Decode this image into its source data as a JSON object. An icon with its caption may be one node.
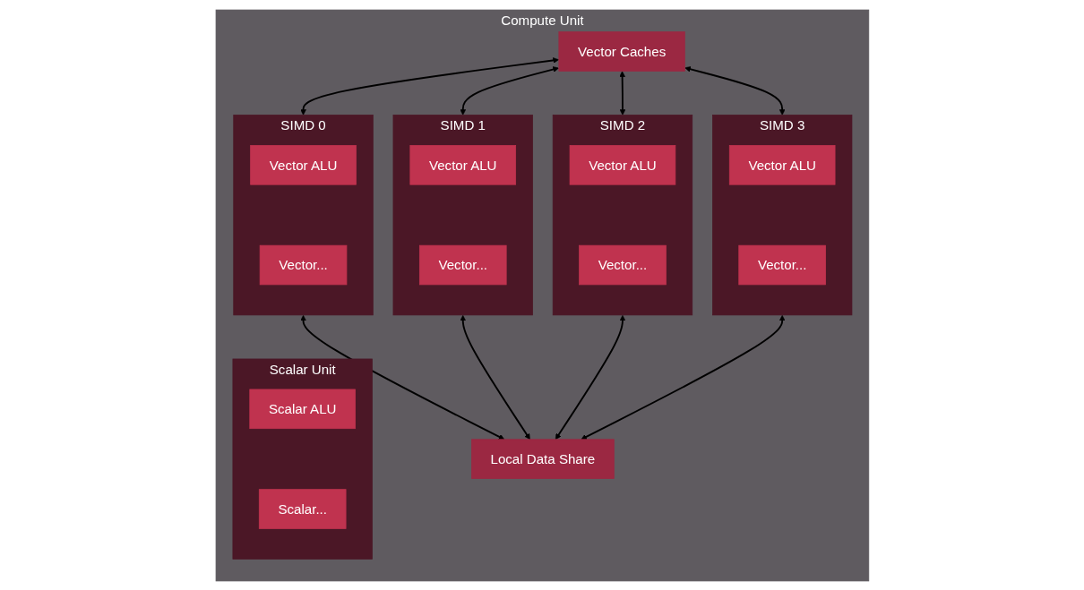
{
  "diagram": {
    "nodes": [
      {
        "text": [
          "Compute Unit"
        ]
      },
      {
        "text": [
          "Vector Caches"
        ],
        "in": 0
      },
      {
        "text": [
          "SIMD 0"
        ],
        "in": 0
      },
      {
        "text": [
          "Vector ALU"
        ],
        "in": 2
      },
      {
        "text": [
          "Vector..."
        ],
        "in": 2
      },
      {
        "text": [
          "SIMD 1"
        ],
        "in": 0
      },
      {
        "text": [
          "Vector ALU"
        ],
        "in": 5
      },
      {
        "text": [
          "Vector..."
        ],
        "in": 5
      },
      {
        "text": [
          "SIMD 2"
        ],
        "in": 0
      },
      {
        "text": [
          "Vector ALU"
        ],
        "in": 8
      },
      {
        "text": [
          "Vector..."
        ],
        "in": 8
      },
      {
        "text": [
          "SIMD 3"
        ],
        "in": 0
      },
      {
        "text": [
          "Vector ALU"
        ],
        "in": 11
      },
      {
        "text": [
          "Vector..."
        ],
        "in": 11
      },
      {
        "text": [
          "Local Data Share"
        ],
        "in": 0
      },
      {
        "text": [
          "Scalar Unit"
        ],
        "in": 0
      },
      {
        "text": [
          "Scalar ALU"
        ],
        "in": 15
      },
      {
        "text": [
          "Scalar..."
        ],
        "in": 15
      }
    ],
    "edges": [
      {
        "from": 1,
        "to": 2,
        "arrow": "both"
      },
      {
        "from": 1,
        "to": 5,
        "arrow": "both"
      },
      {
        "from": 1,
        "to": 8,
        "arrow": "both"
      },
      {
        "from": 1,
        "to": 11,
        "arrow": "both"
      },
      {
        "from": 2,
        "to": 14,
        "arrow": "both"
      },
      {
        "from": 5,
        "to": 14,
        "arrow": "both"
      },
      {
        "from": 8,
        "to": 14,
        "arrow": "both"
      },
      {
        "from": 11,
        "to": 14,
        "arrow": "both"
      }
    ]
  }
}
